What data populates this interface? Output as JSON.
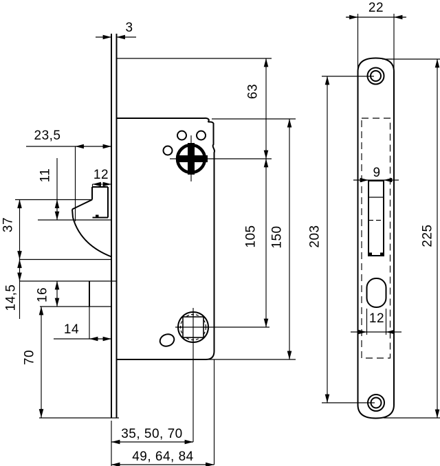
{
  "colors": {
    "ink": "#000000",
    "paper": "#ffffff"
  },
  "side_view": {
    "dims": {
      "faceplate_thickness": "3",
      "latch_projection": "23,5",
      "latch_bevel": "11",
      "latch_height": "12",
      "latch_to_bolt": "37",
      "bolt_offset": "14,5",
      "bolt_thickness": "16",
      "bolt_projection": "14",
      "plate_bottom_margin": "70",
      "top_to_spindle": "63",
      "spindle_to_key": "105",
      "case_height": "150",
      "backset_options": "35, 50, 70",
      "case_depth_options": "49, 64, 84"
    }
  },
  "front_view": {
    "dims": {
      "plate_width": "22",
      "latch_opening_width": "9",
      "key_opening_width": "12",
      "screw_hole_centers": "203",
      "plate_length": "225"
    }
  }
}
